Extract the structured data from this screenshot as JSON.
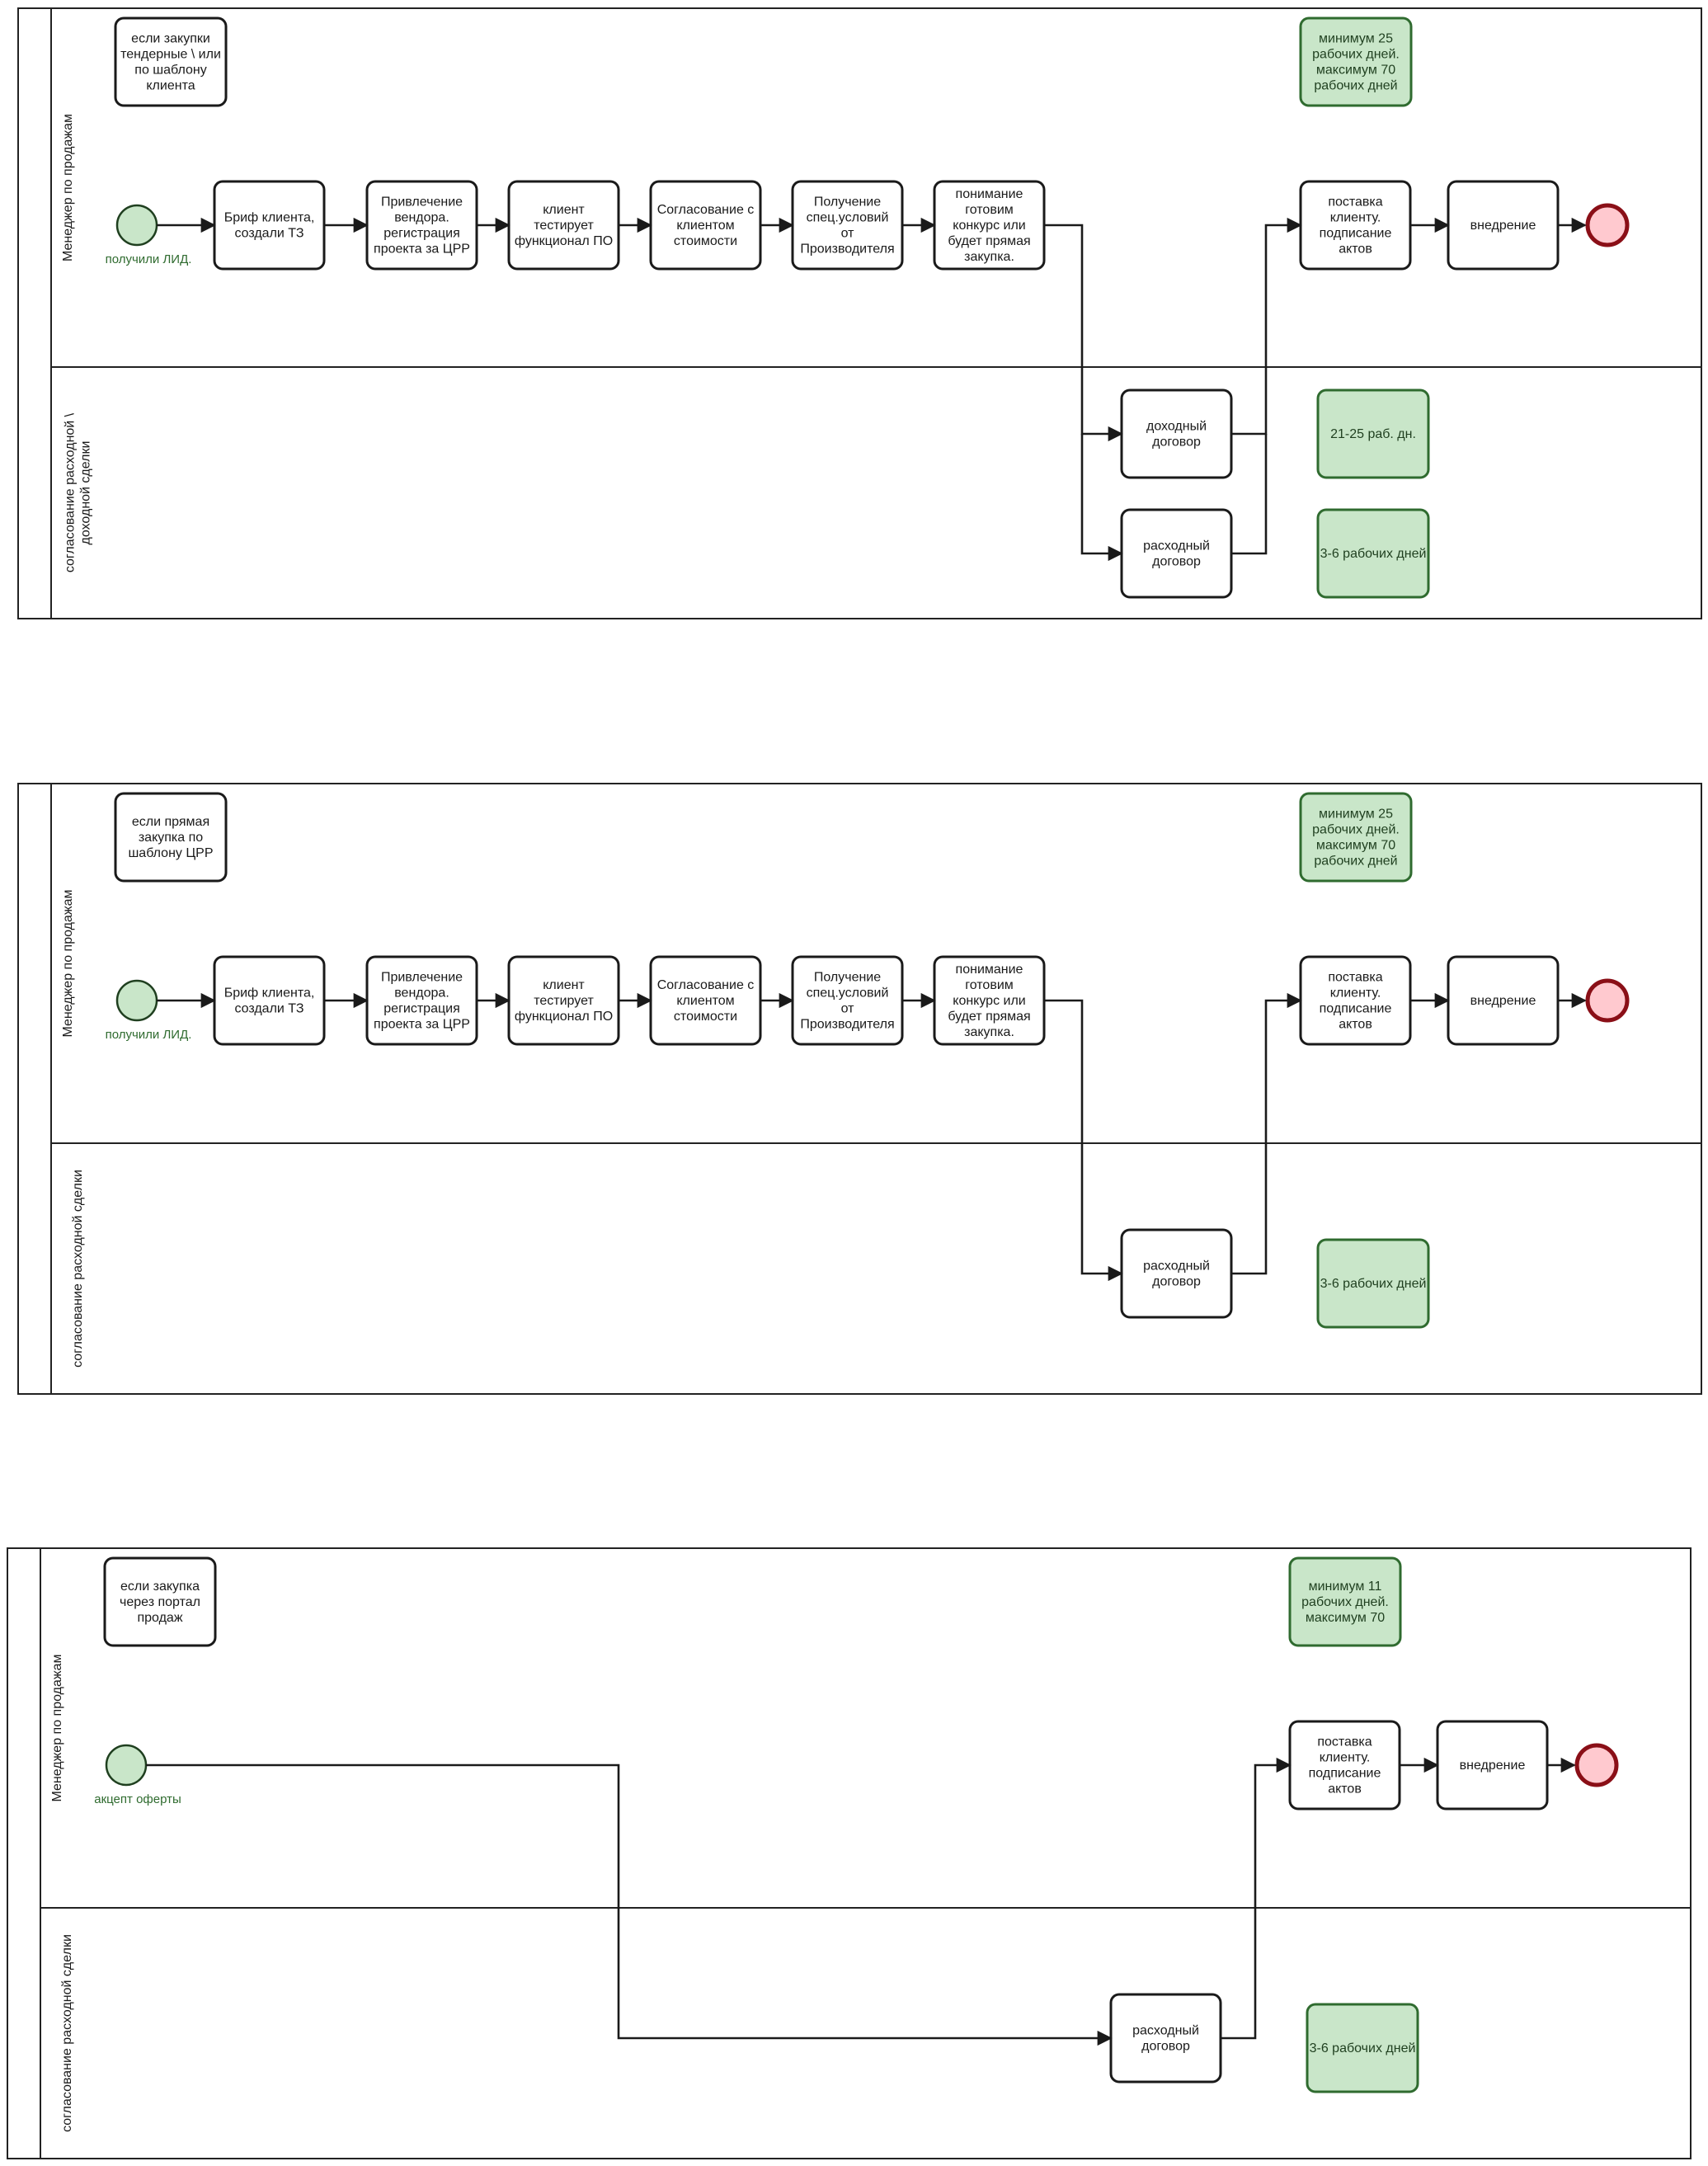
{
  "diagram_type": "bpmn-swimlanes",
  "pools": [
    {
      "lanes": [
        "Менеджер по продажам",
        "согласование расходной \\ доходной сделки"
      ],
      "condition": "если закупки тендерные \\ или по шаблону клиента",
      "duration": "минимум 25 рабочих дней. максимум 70 рабочих дней",
      "start_label": "получили ЛИД.",
      "tasks": {
        "brief": "Бриф клиента, создали ТЗ",
        "vendor": "Привлечение вендора. регистрация проекта за ЦРР",
        "test": "клиент тестирует функционал ПО",
        "price": "Согласование с клиентом стоимости",
        "special": "Получение спец.условий от Производителя",
        "understand": "понимание готовим конкурс или будет прямая закупка.",
        "income": "доходный договор",
        "expense": "расходный договор",
        "delivery": "поставка клиенту. подписание актов",
        "implement": "внедрение"
      },
      "time_notes": [
        "21-25 раб. дн.",
        "3-6 рабочих дней"
      ]
    },
    {
      "lanes": [
        "Менеджер по продажам",
        "согласование расходной сделки"
      ],
      "condition": "если прямая закупка по шаблону ЦРР",
      "duration": "минимум 25 рабочих дней. максимум 70 рабочих дней",
      "start_label": "получили ЛИД.",
      "tasks": {
        "brief": "Бриф клиента, создали ТЗ",
        "vendor": "Привлечение вендора. регистрация проекта за ЦРР",
        "test": "клиент тестирует функционал ПО",
        "price": "Согласование с клиентом стоимости",
        "special": "Получение спец.условий от Производителя",
        "understand": "понимание готовим конкурс или будет прямая закупка.",
        "expense": "расходный договор",
        "delivery": "поставка клиенту. подписание актов",
        "implement": "внедрение"
      },
      "time_notes": [
        "3-6 рабочих дней"
      ]
    },
    {
      "lanes": [
        "Менеджер по продажам",
        "согласование расходной сделки"
      ],
      "condition": "если закупка через портал продаж",
      "duration": "минимум 11 рабочих дней. максимум 70",
      "start_label": "акцепт оферты",
      "tasks": {
        "expense": "расходный договор",
        "delivery": "поставка клиенту. подписание актов",
        "implement": "внедрение"
      },
      "time_notes": [
        "3-6 рабочих дней"
      ]
    }
  ],
  "colors": {
    "start_fill": "#c9e6c9",
    "end_fill": "#ffc9cf",
    "end_stroke": "#8a0f17",
    "note_fill": "#c9e6c9",
    "note_stroke": "#2f6b2f"
  }
}
